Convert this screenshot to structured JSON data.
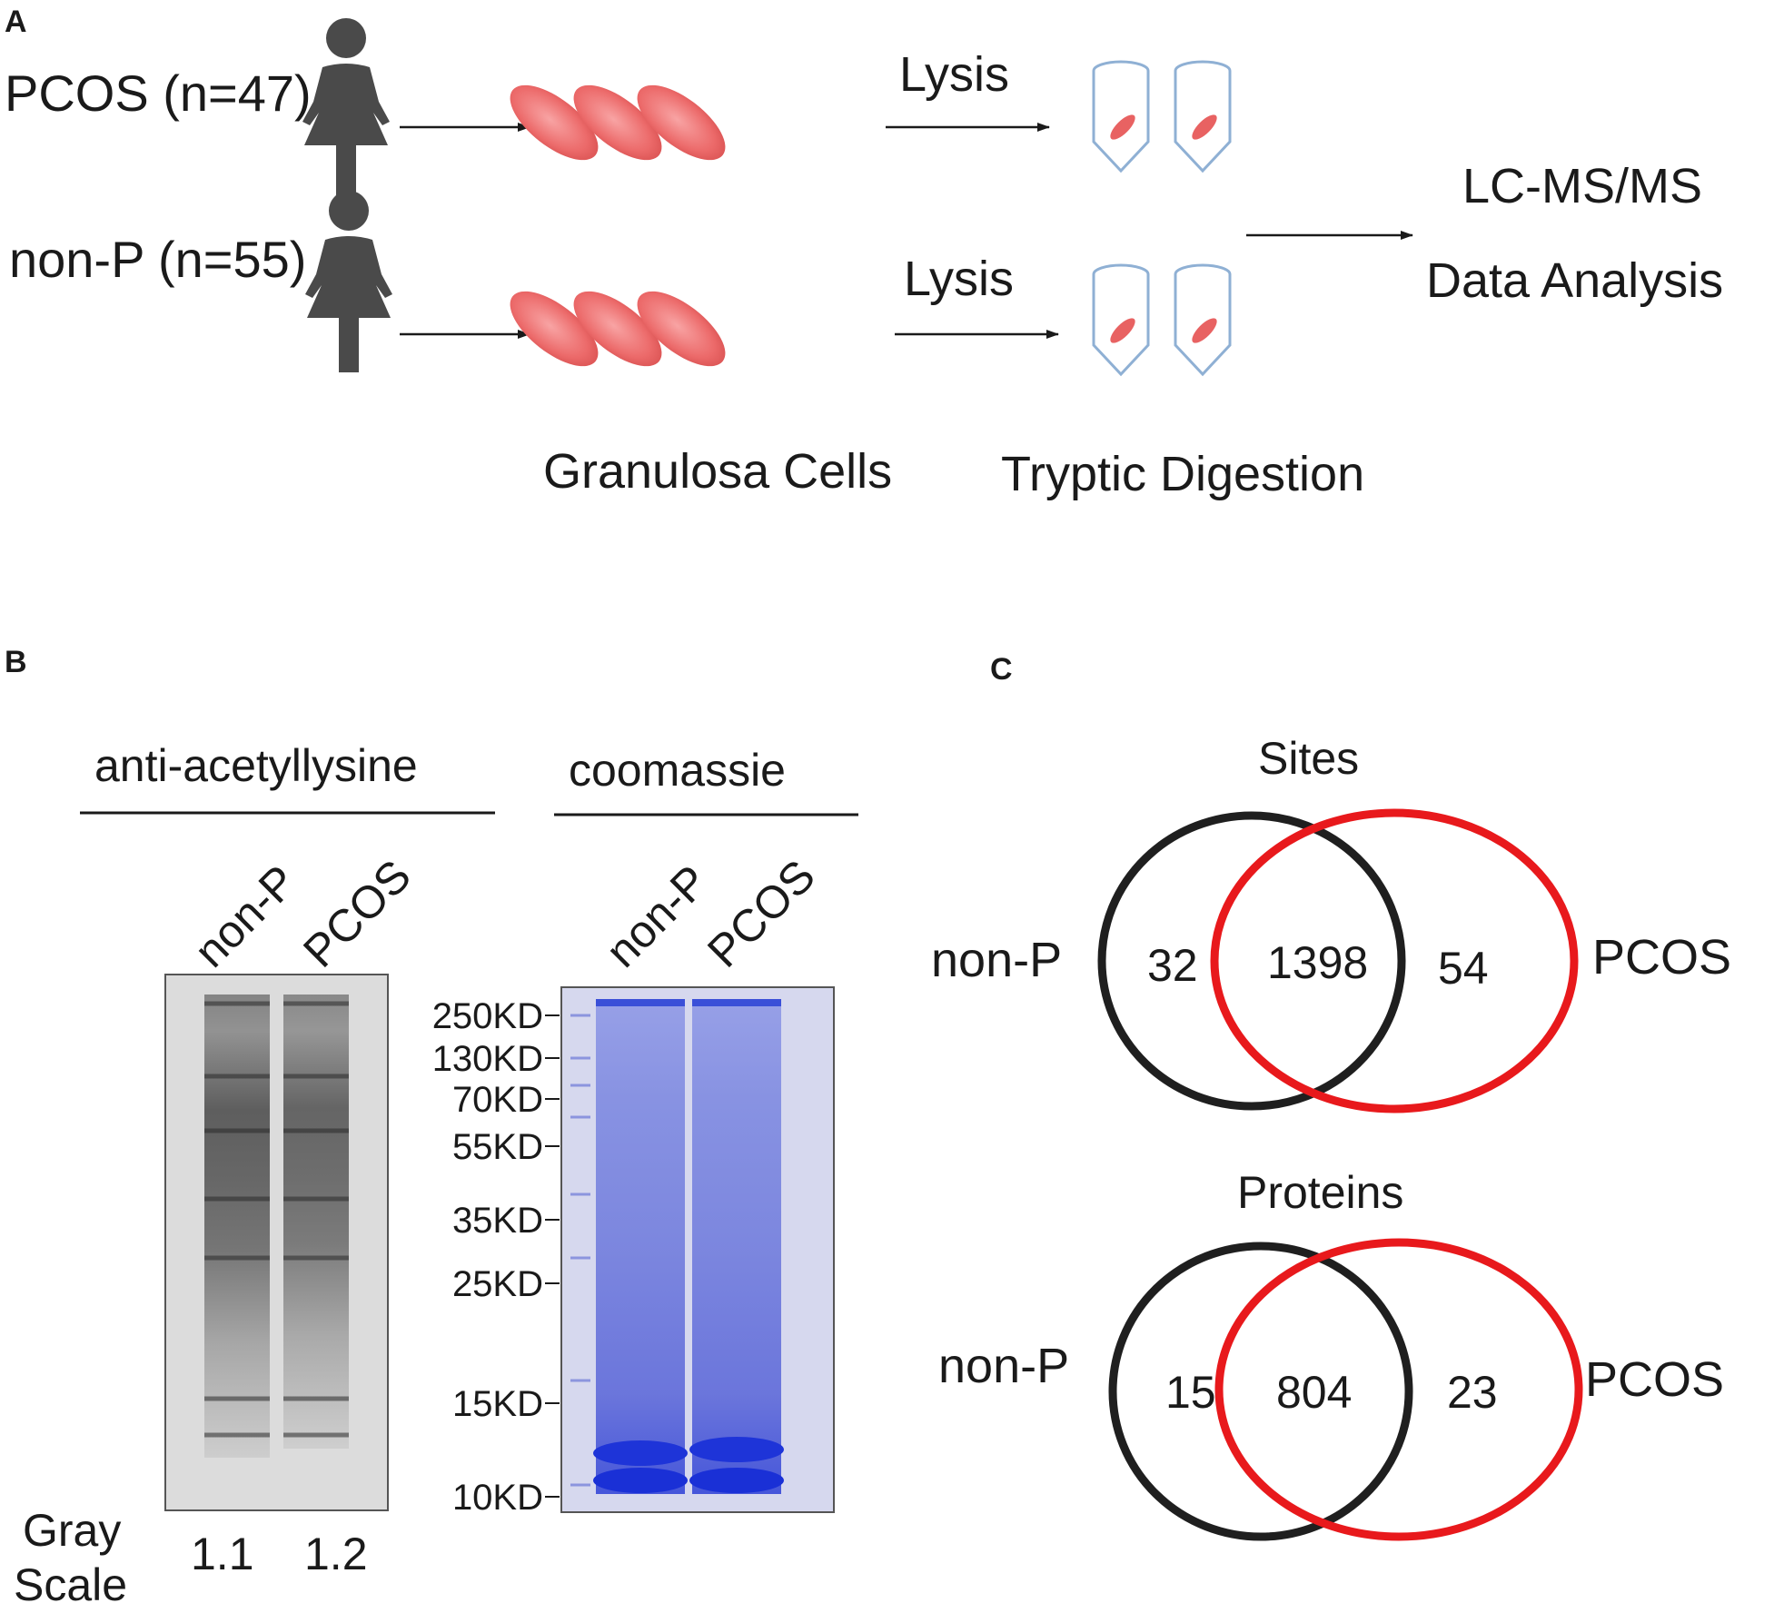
{
  "panel_a": {
    "letter": "A",
    "group1_label": "PCOS (n=47)",
    "group2_label": "non-P (n=55)",
    "lysis_label_top": "Lysis",
    "lysis_label_bottom": "Lysis",
    "cells_caption": "Granulosa Cells",
    "digestion_caption": "Tryptic Digestion",
    "output_line1": "LC-MS/MS",
    "output_line2": "Data Analysis"
  },
  "panel_b": {
    "letter": "B",
    "blot_title": "anti-acetyllysine",
    "stain_title": "coomassie",
    "blot_lanes": [
      "non-P",
      "PCOS"
    ],
    "stain_lanes": [
      "non-P",
      "PCOS"
    ],
    "markers": [
      "250KD",
      "130KD",
      "70KD",
      "55KD",
      "35KD",
      "25KD",
      "15KD",
      "10KD"
    ],
    "gray_scale_label_line1": "Gray",
    "gray_scale_label_line2": "Scale",
    "gray_values": [
      "1.1",
      "1.2"
    ],
    "colors": {
      "stain_blue": "#3a4fd8",
      "gel_background": "#d6d8ee",
      "blot_background": "#dcdcdc"
    }
  },
  "panel_c": {
    "letter": "C",
    "venns": [
      {
        "title": "Sites",
        "left_label": "non-P",
        "right_label": "PCOS",
        "left_only": "32",
        "overlap": "1398",
        "right_only": "54"
      },
      {
        "title": "Proteins",
        "left_label": "non-P",
        "right_label": "PCOS",
        "left_only": "15",
        "overlap": "804",
        "right_only": "23"
      }
    ],
    "colors": {
      "non_p": "#1f1f1f",
      "pcos": "#e8191c"
    }
  },
  "colors": {
    "cell_fill": "#ec6a6a",
    "tube_stroke": "#8fb0d4",
    "person_fill": "#4a4a4a"
  }
}
